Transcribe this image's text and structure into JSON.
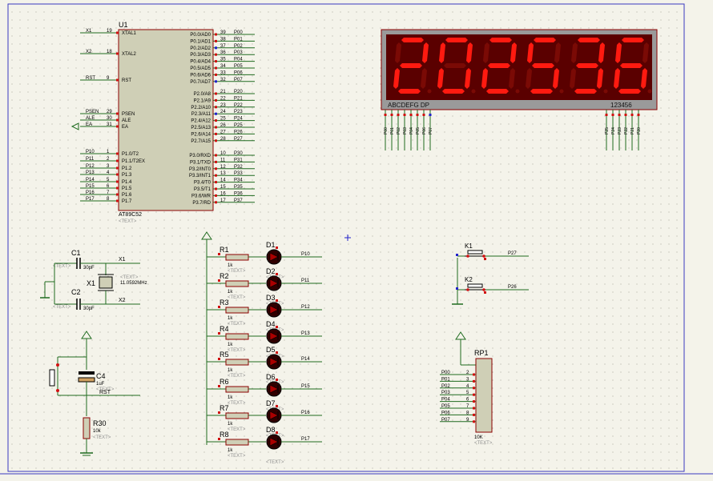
{
  "mcu": {
    "ref": "U1",
    "part": "AT89C52",
    "text": "<TEXT>",
    "left_pins": [
      {
        "net": "X1",
        "num": "19",
        "name": "XTAL1"
      },
      {
        "net": "X2",
        "num": "18",
        "name": "XTAL2"
      },
      {
        "net": "RST",
        "num": "9",
        "name": "RST"
      },
      {
        "net": "PSEN",
        "num": "29",
        "name": "PSEN"
      },
      {
        "net": "ALE",
        "num": "30",
        "name": "ALE"
      },
      {
        "net": "EA",
        "num": "31",
        "name": "EA"
      },
      {
        "net": "P10",
        "num": "1",
        "name": "P1.0/T2"
      },
      {
        "net": "P11",
        "num": "2",
        "name": "P1.1/T2EX"
      },
      {
        "net": "P12",
        "num": "3",
        "name": "P1.2"
      },
      {
        "net": "P13",
        "num": "4",
        "name": "P1.3"
      },
      {
        "net": "P14",
        "num": "5",
        "name": "P1.4"
      },
      {
        "net": "P15",
        "num": "6",
        "name": "P1.5"
      },
      {
        "net": "P16",
        "num": "7",
        "name": "P1.6"
      },
      {
        "net": "P17",
        "num": "8",
        "name": "P1.7"
      }
    ],
    "right_pins": [
      {
        "net": "P00",
        "num": "39",
        "name": "P0.0/AD0"
      },
      {
        "net": "P01",
        "num": "38",
        "name": "P0.1/AD1"
      },
      {
        "net": "P02",
        "num": "37",
        "name": "P0.2/AD2"
      },
      {
        "net": "P03",
        "num": "36",
        "name": "P0.3/AD3"
      },
      {
        "net": "P04",
        "num": "35",
        "name": "P0.4/AD4"
      },
      {
        "net": "P05",
        "num": "34",
        "name": "P0.5/AD5"
      },
      {
        "net": "P06",
        "num": "33",
        "name": "P0.6/AD6"
      },
      {
        "net": "P07",
        "num": "32",
        "name": "P0.7/AD7"
      },
      {
        "net": "P20",
        "num": "21",
        "name": "P2.0/A8"
      },
      {
        "net": "P21",
        "num": "22",
        "name": "P2.1/A9"
      },
      {
        "net": "P22",
        "num": "23",
        "name": "P2.2/A10"
      },
      {
        "net": "P23",
        "num": "24",
        "name": "P2.3/A11"
      },
      {
        "net": "P24",
        "num": "25",
        "name": "P2.4/A12"
      },
      {
        "net": "P25",
        "num": "26",
        "name": "P2.5/A13"
      },
      {
        "net": "P26",
        "num": "27",
        "name": "P2.6/A14"
      },
      {
        "net": "P27",
        "num": "28",
        "name": "P2.7/A15"
      },
      {
        "net": "P30",
        "num": "10",
        "name": "P3.0/RXD"
      },
      {
        "net": "P31",
        "num": "11",
        "name": "P3.1/TXD"
      },
      {
        "net": "P32",
        "num": "12",
        "name": "P3.2/INT0"
      },
      {
        "net": "P33",
        "num": "13",
        "name": "P3.3/INT1"
      },
      {
        "net": "P34",
        "num": "14",
        "name": "P3.4/T0"
      },
      {
        "net": "P35",
        "num": "15",
        "name": "P3.5/T1"
      },
      {
        "net": "P36",
        "num": "16",
        "name": "P3.6/WR"
      },
      {
        "net": "P37",
        "num": "17",
        "name": "P3.7/RD"
      }
    ]
  },
  "display": {
    "digits": [
      "2",
      "0",
      "2",
      "5",
      "3",
      "6"
    ],
    "seg_label": "ABCDEFG DP",
    "digit_label": "123456",
    "seg_pins": [
      "P00",
      "P01",
      "P02",
      "P03",
      "P04",
      "P05",
      "P06",
      "P07"
    ],
    "com_pins": [
      "P25",
      "P24",
      "P23",
      "P22",
      "P21",
      "P20"
    ],
    "color_on": "#ff1a10",
    "color_bg": "#5a0000"
  },
  "crystal": {
    "c1": {
      "ref": "C1",
      "value": "30pF",
      "text": "<TEXT>"
    },
    "c2": {
      "ref": "C2",
      "value": "30pF",
      "text": "<TEXT>"
    },
    "x1": {
      "ref": "X1",
      "value": "11.0592MHz",
      "text": "<TEXT>"
    },
    "net_x1": "X1",
    "net_x2": "X2"
  },
  "reset": {
    "c4": {
      "ref": "C4",
      "value": "1uF",
      "text": "<TEXT>"
    },
    "r30": {
      "ref": "R30",
      "value": "10k",
      "text": "<TEXT>"
    },
    "net": "RST"
  },
  "leds": [
    {
      "r": "R1",
      "d": "D1",
      "net": "P10"
    },
    {
      "r": "R2",
      "d": "D2",
      "net": "P11"
    },
    {
      "r": "R3",
      "d": "D3",
      "net": "P12"
    },
    {
      "r": "R4",
      "d": "D4",
      "net": "P13"
    },
    {
      "r": "R5",
      "d": "D5",
      "net": "P14"
    },
    {
      "r": "R6",
      "d": "D6",
      "net": "P15"
    },
    {
      "r": "R7",
      "d": "D7",
      "net": "P16"
    },
    {
      "r": "R8",
      "d": "D8",
      "net": "P17"
    }
  ],
  "led_r_value": "1k",
  "text_placeholder": "<TEXT>",
  "keys": [
    {
      "ref": "K1",
      "net": "P27"
    },
    {
      "ref": "K2",
      "net": "P26"
    }
  ],
  "rpack": {
    "ref": "RP1",
    "value": "10K",
    "text": "<TEXT>",
    "nets": [
      "P00",
      "P01",
      "P02",
      "P03",
      "P04",
      "P05",
      "P06",
      "P07"
    ],
    "pins": [
      "2",
      "3",
      "4",
      "5",
      "6",
      "7",
      "8",
      "9"
    ]
  },
  "colors": {
    "background": "#f4f3ea",
    "wire": "#1f6b1f",
    "chip_fill": "#cfcfb6",
    "chip_border": "#8b0000",
    "pin_red": "#d01010",
    "pin_blue": "#2222cc",
    "border_blue": "#3a3ac0"
  }
}
